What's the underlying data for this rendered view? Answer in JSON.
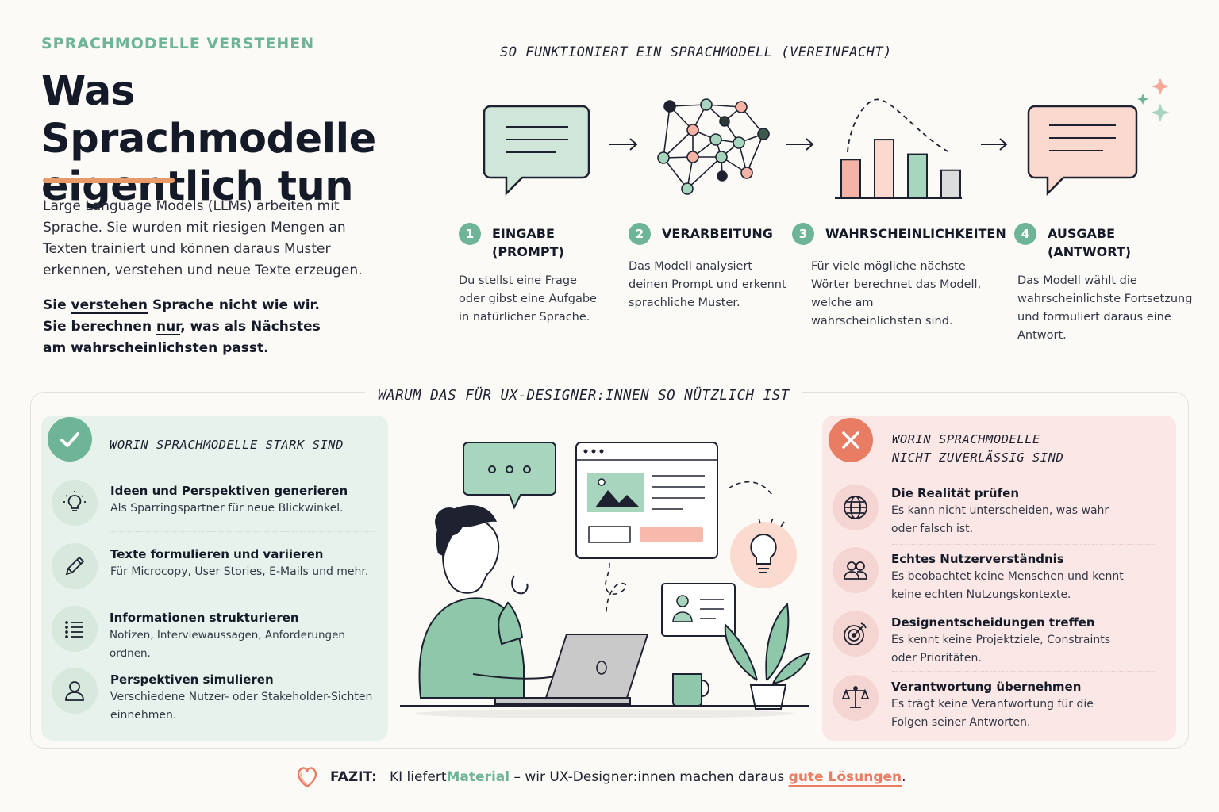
{
  "header": {
    "eyebrow": "SPRACHMODELLE VERSTEHEN",
    "title_line1": "Was Sprachmodelle",
    "title_line2": "eigentlich tun",
    "intro": "Large Language Models (LLMs) arbeiten mit Sprache. Sie wurden mit riesigen Mengen an Texten trainiert und können daraus Muster erkennen, verstehen und neue Texte erzeugen.",
    "emphasis": {
      "l1_pre": "Sie ",
      "l1_u": "verstehen",
      "l1_post": " Sprache nicht wie wir.",
      "l2_pre": "Sie berechnen ",
      "l2_u": "nur",
      "l2_post": ", was als Nächstes",
      "l3": "am wahrscheinlichsten passt."
    }
  },
  "flow": {
    "title": "SO FUNKTIONIERT EIN SPRACHMODELL (VEREINFACHT)",
    "steps": [
      {
        "num": "1",
        "title_l1": "EINGABE",
        "title_l2": "(PROMPT)",
        "desc": "Du stellst eine Frage oder gibst eine Aufgabe in natürlicher Sprache."
      },
      {
        "num": "2",
        "title_l1": "VERARBEITUNG",
        "title_l2": "",
        "desc": "Das Modell analysiert deinen Prompt und erkennt sprachliche Muster."
      },
      {
        "num": "3",
        "title_l1": "WAHRSCHEINLICHKEITEN",
        "title_l2": "",
        "desc": "Für viele mögliche nächste Wörter berechnet das Modell, welche am wahrscheinlichsten sind."
      },
      {
        "num": "4",
        "title_l1": "AUSGABE",
        "title_l2": "(ANTWORT)",
        "desc": "Das Modell wählt die wahrscheinlichste Fortsetzung und formuliert daraus eine Antwort."
      }
    ],
    "probability_bars": [
      0.58,
      0.88,
      0.66,
      0.42
    ]
  },
  "why": {
    "title": "WARUM DAS FÜR UX-DESIGNER:INNEN SO NÜTZLICH IST",
    "strong": {
      "title": "WORIN SPRACHMODELLE STARK SIND",
      "items": [
        {
          "icon": "lightbulb-icon",
          "title": "Ideen und Perspektiven generieren",
          "desc": "Als Sparringspartner für neue Blickwinkel."
        },
        {
          "icon": "pencil-icon",
          "title": "Texte formulieren und variieren",
          "desc": "Für Microcopy, User Stories, E-Mails und mehr."
        },
        {
          "icon": "list-icon",
          "title": "Informationen strukturieren",
          "desc": "Notizen, Interviewaussagen, Anforderungen ordnen."
        },
        {
          "icon": "user-icon",
          "title": "Perspektiven simulieren",
          "desc": "Verschiedene Nutzer- oder Stakeholder-Sichten einnehmen."
        }
      ]
    },
    "weak": {
      "title_l1": "WORIN SPRACHMODELLE",
      "title_l2": "NICHT ZUVERLÄSSIG SIND",
      "items": [
        {
          "icon": "globe-icon",
          "title": "Die Realität prüfen",
          "desc": "Es kann nicht unterscheiden, was wahr oder falsch ist."
        },
        {
          "icon": "users-icon",
          "title": "Echtes Nutzerverständnis",
          "desc": "Es beobachtet keine Menschen und kennt keine echten Nutzungskontexte."
        },
        {
          "icon": "target-icon",
          "title": "Designentscheidungen treffen",
          "desc": "Es kennt keine Projektziele, Constraints oder Prioritäten."
        },
        {
          "icon": "scale-icon",
          "title": "Verantwortung übernehmen",
          "desc": "Es trägt keine Verantwortung für die Folgen seiner Antworten."
        }
      ]
    }
  },
  "conclusion": {
    "label": "FAZIT:",
    "pre": "KI liefert ",
    "highlight1": "Material",
    "mid": " – wir UX-Designer:innen machen daraus ",
    "highlight2": "gute Lösungen",
    "post": "."
  },
  "colors": {
    "green": "#6db596",
    "coral": "#e87d63",
    "mint_bg": "#e8f2ec",
    "pink_bg": "#fbe8e6",
    "ink": "#1e2230"
  }
}
